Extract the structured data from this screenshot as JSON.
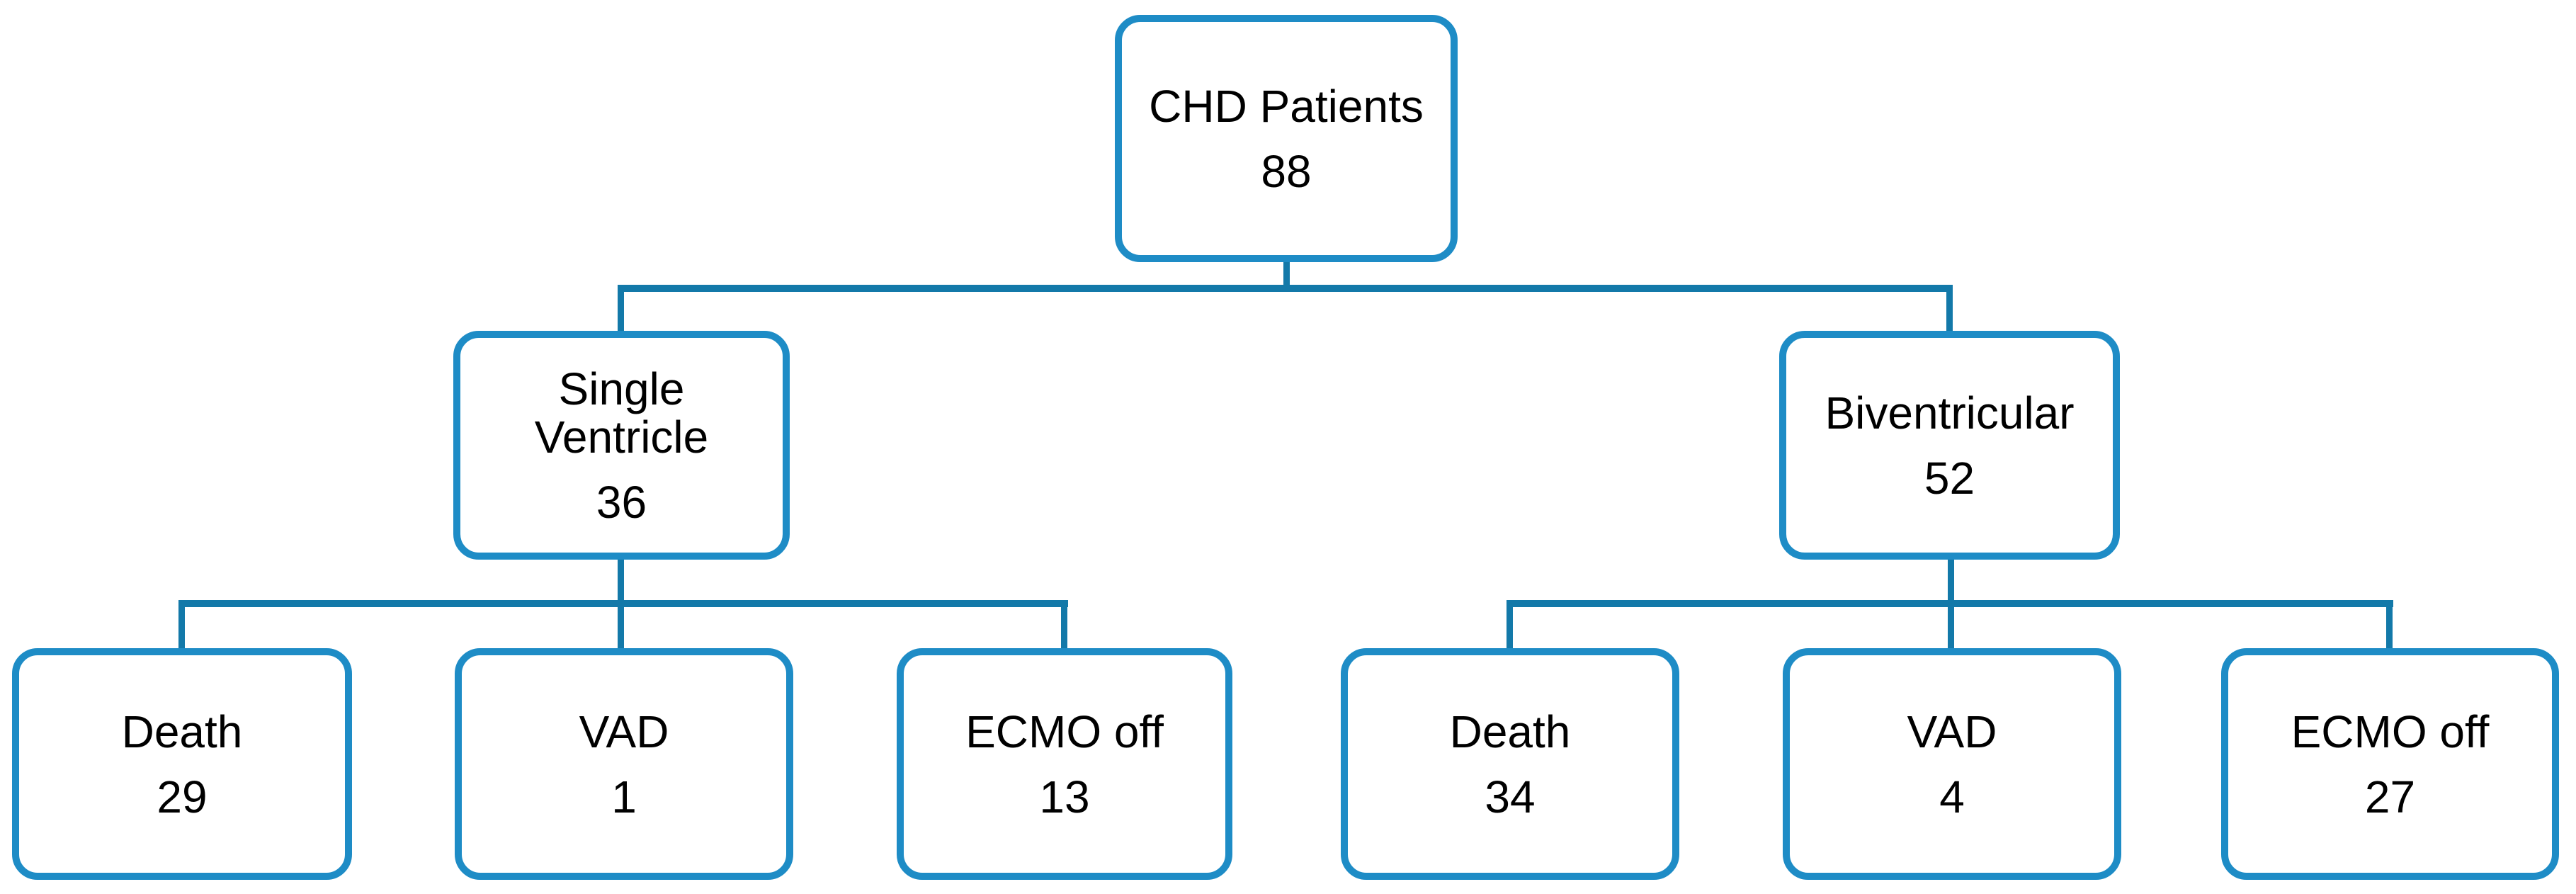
{
  "colors": {
    "background": "#FFFFFF",
    "box_border": "#1E8CC6",
    "connector": "#1379A9",
    "text": "#000000"
  },
  "diagram": {
    "root": {
      "label": "CHD Patients",
      "count": "88"
    },
    "branches": [
      {
        "parent": {
          "label": "Single\nVentricle",
          "count": "36"
        },
        "children": [
          {
            "label": "Death",
            "count": "29"
          },
          {
            "label": "VAD",
            "count": "1"
          },
          {
            "label": "ECMO off",
            "count": "13"
          }
        ]
      },
      {
        "parent": {
          "label": "Biventricular",
          "count": "52"
        },
        "children": [
          {
            "label": "Death",
            "count": "34"
          },
          {
            "label": "VAD",
            "count": "4"
          },
          {
            "label": "ECMO off",
            "count": "27"
          }
        ]
      }
    ]
  }
}
